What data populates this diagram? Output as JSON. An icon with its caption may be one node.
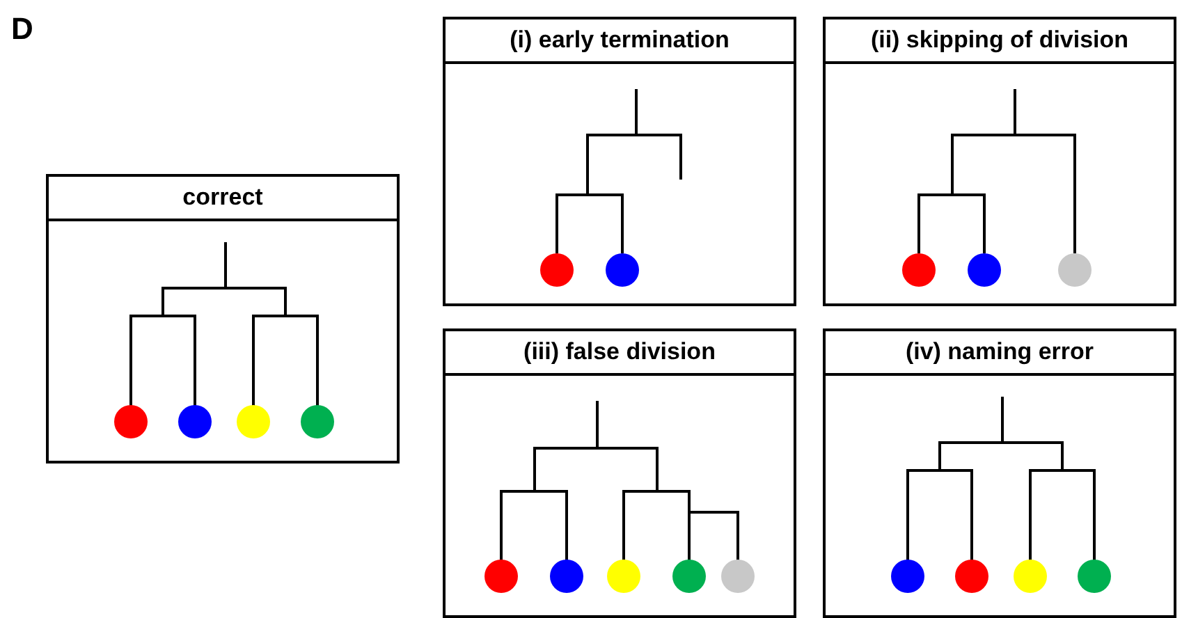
{
  "diagram": {
    "nodes": [
      {
        "text": [
          "correct"
        ]
      },
      {
        "text": [
          "(i) early termination"
        ]
      },
      {
        "text": [
          "(ii) skipping of division"
        ]
      },
      {
        "text": [
          "(iii) false division"
        ]
      },
      {
        "text": [
          "(iv) naming error"
        ]
      }
    ],
    "labels": [
      "D"
    ]
  }
}
